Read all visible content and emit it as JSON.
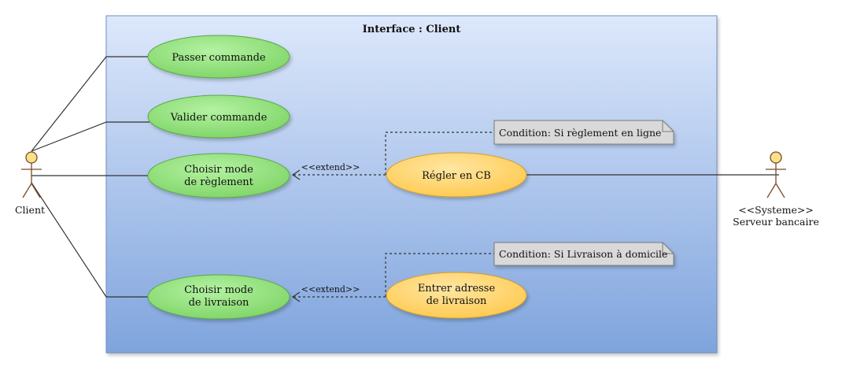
{
  "system": {
    "title": "Interface : Client"
  },
  "actors": {
    "client": {
      "name": "Client"
    },
    "bank": {
      "stereotype": "<<Systeme>>",
      "name": "Serveur bancaire"
    }
  },
  "use_cases": {
    "passer": {
      "lines": [
        "Passer commande"
      ]
    },
    "valider": {
      "lines": [
        "Valider commande"
      ]
    },
    "choisir_reglement": {
      "lines": [
        "Choisir mode",
        "de règlement"
      ]
    },
    "choisir_livraison": {
      "lines": [
        "Choisir mode",
        "de livraison"
      ]
    },
    "regler_cb": {
      "lines": [
        "Régler en CB"
      ]
    },
    "entrer_adresse": {
      "lines": [
        "Entrer adresse",
        "de livraison"
      ]
    }
  },
  "relations": {
    "extend_reglement": "<<extend>>",
    "extend_livraison": "<<extend>>"
  },
  "notes": {
    "reglement": "Condition: Si règlement en ligne",
    "livraison": "Condition: Si Livraison à domicile"
  },
  "colors": {
    "system_top": "#dde8fb",
    "system_bottom": "#7fa4dd",
    "usecase_green": "#8fe07a",
    "usecase_orange": "#ffd36b",
    "actor_fill": "#fbe08a",
    "note_fill": "#d9d9d9"
  }
}
